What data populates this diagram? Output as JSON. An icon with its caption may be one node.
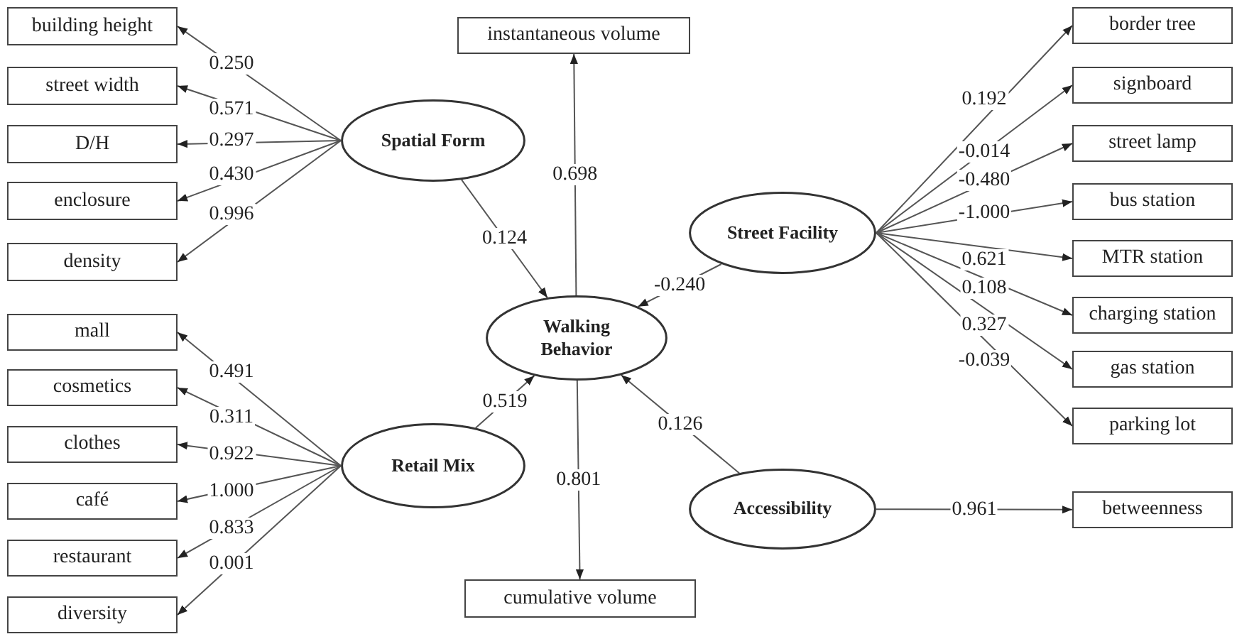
{
  "diagram": {
    "nodes": [
      {
        "text": [
          "building height"
        ]
      },
      {
        "text": [
          "street width"
        ]
      },
      {
        "text": [
          "D/H"
        ]
      },
      {
        "text": [
          "enclosure"
        ]
      },
      {
        "text": [
          "density"
        ]
      },
      {
        "text": [
          "Spatial Form"
        ]
      },
      {
        "text": [
          "instantaneous volume"
        ]
      },
      {
        "text": [
          "border tree"
        ]
      },
      {
        "text": [
          "signboard"
        ]
      },
      {
        "text": [
          "street lamp"
        ]
      },
      {
        "text": [
          "bus station"
        ]
      },
      {
        "text": [
          "Street Facility"
        ]
      },
      {
        "text": [
          "MTR station"
        ]
      },
      {
        "text": [
          "charging station"
        ]
      },
      {
        "text": [
          "Walking Behavior"
        ]
      },
      {
        "text": [
          "mall"
        ]
      },
      {
        "text": [
          "gas station"
        ]
      },
      {
        "text": [
          "cosmetics"
        ]
      },
      {
        "text": [
          "parking lot"
        ]
      },
      {
        "text": [
          "clothes"
        ]
      },
      {
        "text": [
          "café"
        ]
      },
      {
        "text": [
          "Retail Mix"
        ]
      },
      {
        "text": [
          "Accessibility"
        ]
      },
      {
        "text": [
          "betweenness"
        ]
      },
      {
        "text": [
          "restaurant"
        ]
      },
      {
        "text": [
          "diversity"
        ]
      },
      {
        "text": [
          "cumulative volume"
        ]
      }
    ],
    "edges": [
      {
        "from": 5,
        "to": 0,
        "arrow": "to",
        "label": "0.250"
      },
      {
        "from": 5,
        "to": 1,
        "arrow": "to",
        "label": "0.571"
      },
      {
        "from": 5,
        "to": 2,
        "arrow": "to",
        "label": "0.297"
      },
      {
        "from": 5,
        "to": 3,
        "arrow": "to",
        "label": "0.430"
      },
      {
        "from": 5,
        "to": 4,
        "arrow": "to",
        "label": "0.996"
      },
      {
        "from": 5,
        "to": 14,
        "arrow": "to",
        "label": "0.124"
      },
      {
        "from": 14,
        "to": 6,
        "arrow": "to",
        "label": "0.698"
      },
      {
        "from": 11,
        "to": 14,
        "arrow": "to",
        "label": "-0.240"
      },
      {
        "from": 11,
        "to": 7,
        "arrow": "to",
        "label": "0.192"
      },
      {
        "from": 11,
        "to": 8,
        "arrow": "to",
        "label": "-0.014"
      },
      {
        "from": 11,
        "to": 9,
        "arrow": "to",
        "label": "-0.480"
      },
      {
        "from": 11,
        "to": 10,
        "arrow": "to",
        "label": "-1.000"
      },
      {
        "from": 11,
        "to": 12,
        "arrow": "to",
        "label": "0.621"
      },
      {
        "from": 11,
        "to": 13,
        "arrow": "to",
        "label": "0.108"
      },
      {
        "from": 11,
        "to": 16,
        "arrow": "to",
        "label": "0.327"
      },
      {
        "from": 11,
        "to": 18,
        "arrow": "to",
        "label": "-0.039"
      },
      {
        "from": 21,
        "to": 15,
        "arrow": "to",
        "label": "0.491"
      },
      {
        "from": 21,
        "to": 17,
        "arrow": "to",
        "label": "0.311"
      },
      {
        "from": 21,
        "to": 19,
        "arrow": "to",
        "label": "0.922"
      },
      {
        "from": 21,
        "to": 20,
        "arrow": "to",
        "label": "1.000"
      },
      {
        "from": 21,
        "to": 24,
        "arrow": "to",
        "label": "0.833"
      },
      {
        "from": 21,
        "to": 25,
        "arrow": "to",
        "label": "0.001"
      },
      {
        "from": 21,
        "to": 14,
        "arrow": "to",
        "label": "0.519"
      },
      {
        "from": 14,
        "to": 26,
        "arrow": "to",
        "label": "0.801"
      },
      {
        "from": 22,
        "to": 14,
        "arrow": "to",
        "label": "0.126"
      },
      {
        "from": 22,
        "to": 23,
        "arrow": "to",
        "label": "0.961"
      }
    ]
  }
}
